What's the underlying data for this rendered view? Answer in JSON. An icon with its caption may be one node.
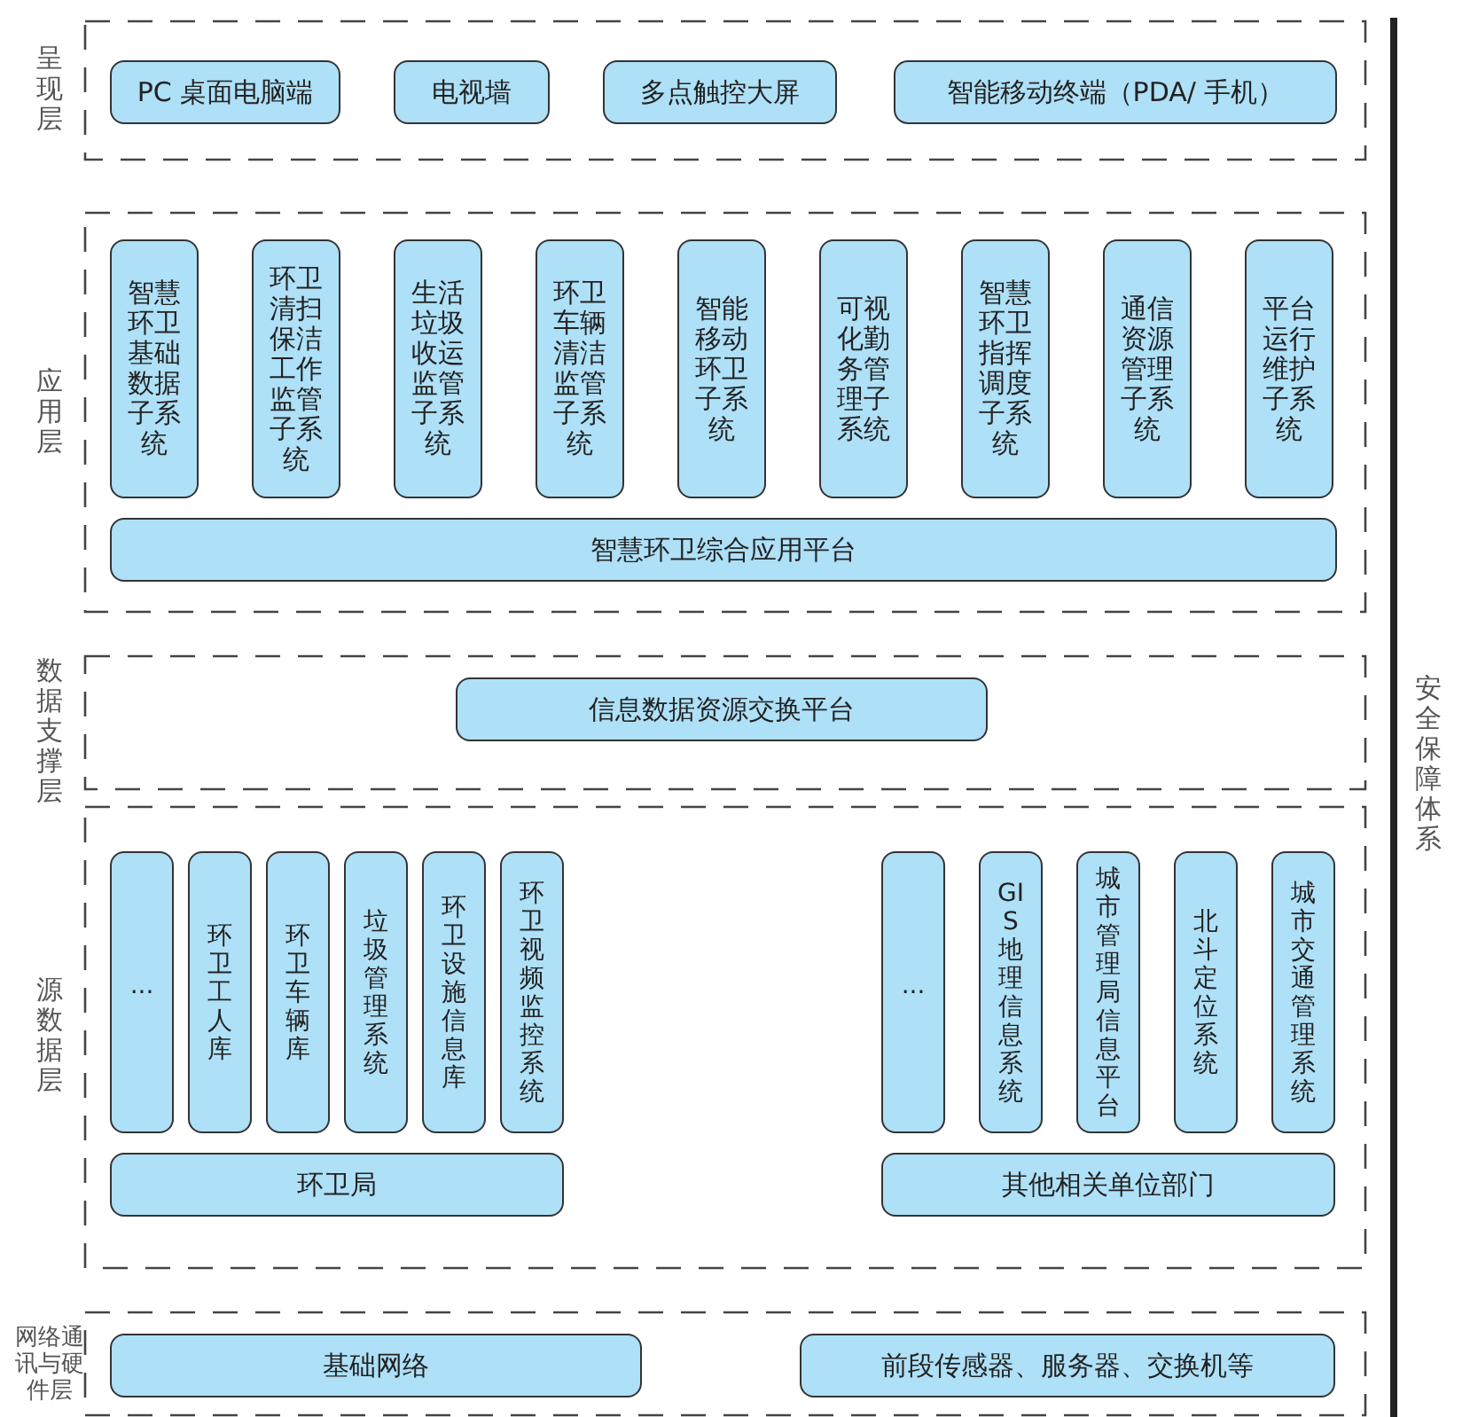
{
  "diagram": {
    "nodes": [
      {
        "text": [
          "呈现层"
        ]
      },
      {
        "text": [
          "PC 桌面电脑端"
        ],
        "in": 0
      },
      {
        "text": [
          "电视墙"
        ],
        "in": 0
      },
      {
        "text": [
          "多点触控大屏"
        ],
        "in": 0
      },
      {
        "text": [
          "智能移动终端（PDA/ 手机）"
        ],
        "in": 0
      },
      {
        "text": [
          "应用层"
        ]
      },
      {
        "text": [
          "智慧环卫基础数据子系统"
        ],
        "in": 5
      },
      {
        "text": [
          "环卫清扫保洁工作监管子系统"
        ],
        "in": 5
      },
      {
        "text": [
          "生活垃圾收运监管子系统"
        ],
        "in": 5
      },
      {
        "text": [
          "环卫车辆清洁监管子系统"
        ],
        "in": 5
      },
      {
        "text": [
          "智能移动环卫子系统"
        ],
        "in": 5
      },
      {
        "text": [
          "可视化勤务管理子系统"
        ],
        "in": 5
      },
      {
        "text": [
          "智慧环卫指挥调度子系统"
        ],
        "in": 5
      },
      {
        "text": [
          "通信资源管理子系统"
        ],
        "in": 5
      },
      {
        "text": [
          "平台运行维护子系统"
        ],
        "in": 5
      },
      {
        "text": [
          "智慧环卫综合应用平台"
        ],
        "in": 5
      },
      {
        "text": [
          "数据支撑层"
        ]
      },
      {
        "text": [
          "信息数据资源交换平台"
        ],
        "in": 16
      },
      {
        "text": [
          "源数据层"
        ]
      },
      {
        "text": [
          "···"
        ],
        "in": 18
      },
      {
        "text": [
          "环卫工人库"
        ],
        "in": 18
      },
      {
        "text": [
          "环卫车辆库"
        ],
        "in": 18
      },
      {
        "text": [
          "垃圾管理系统"
        ],
        "in": 18
      },
      {
        "text": [
          "环卫设施信息库"
        ],
        "in": 18
      },
      {
        "text": [
          "环卫视频监控系统"
        ],
        "in": 18
      },
      {
        "text": [
          "环卫局"
        ],
        "in": 18
      },
      {
        "text": [
          "···"
        ],
        "in": 18
      },
      {
        "text": [
          "GIS 地理信息系统"
        ],
        "in": 18
      },
      {
        "text": [
          "城市管理局信息平台"
        ],
        "in": 18
      },
      {
        "text": [
          "北斗定位系统"
        ],
        "in": 18
      },
      {
        "text": [
          "城市交通管理系统"
        ],
        "in": 18
      },
      {
        "text": [
          "其他相关单位部门"
        ],
        "in": 18
      },
      {
        "text": [
          "网络通讯与硬件层"
        ]
      },
      {
        "text": [
          "基础网络"
        ],
        "in": 32
      },
      {
        "text": [
          "前段传感器、服务器、交换机等"
        ],
        "in": 32
      }
    ],
    "edges": [],
    "labels": [
      "安全保障体系"
    ]
  }
}
